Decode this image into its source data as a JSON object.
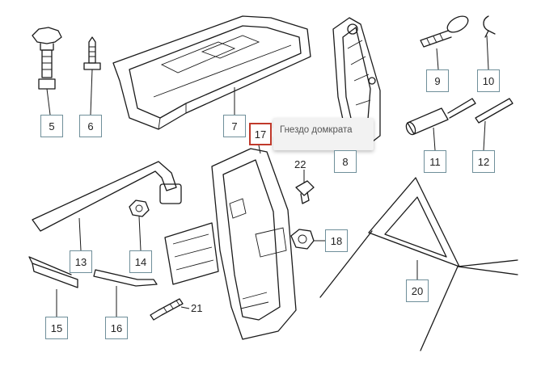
{
  "tooltip": {
    "text": "Гнездо домкрата"
  },
  "callouts": [
    {
      "id": "5",
      "label": "5"
    },
    {
      "id": "6",
      "label": "6"
    },
    {
      "id": "7",
      "label": "7"
    },
    {
      "id": "8",
      "label": "8"
    },
    {
      "id": "9",
      "label": "9"
    },
    {
      "id": "10",
      "label": "10"
    },
    {
      "id": "11",
      "label": "11"
    },
    {
      "id": "12",
      "label": "12"
    },
    {
      "id": "13",
      "label": "13"
    },
    {
      "id": "14",
      "label": "14"
    },
    {
      "id": "15",
      "label": "15"
    },
    {
      "id": "16",
      "label": "16"
    },
    {
      "id": "17",
      "label": "17",
      "selected": true
    },
    {
      "id": "18",
      "label": "18"
    },
    {
      "id": "20",
      "label": "20"
    }
  ],
  "plain_labels": [
    {
      "id": "21",
      "label": "21"
    },
    {
      "id": "22",
      "label": "22"
    }
  ],
  "colors": {
    "callout_border": "#6f8f9a",
    "selected_border": "#c0392b",
    "line": "#1a1a1a"
  }
}
